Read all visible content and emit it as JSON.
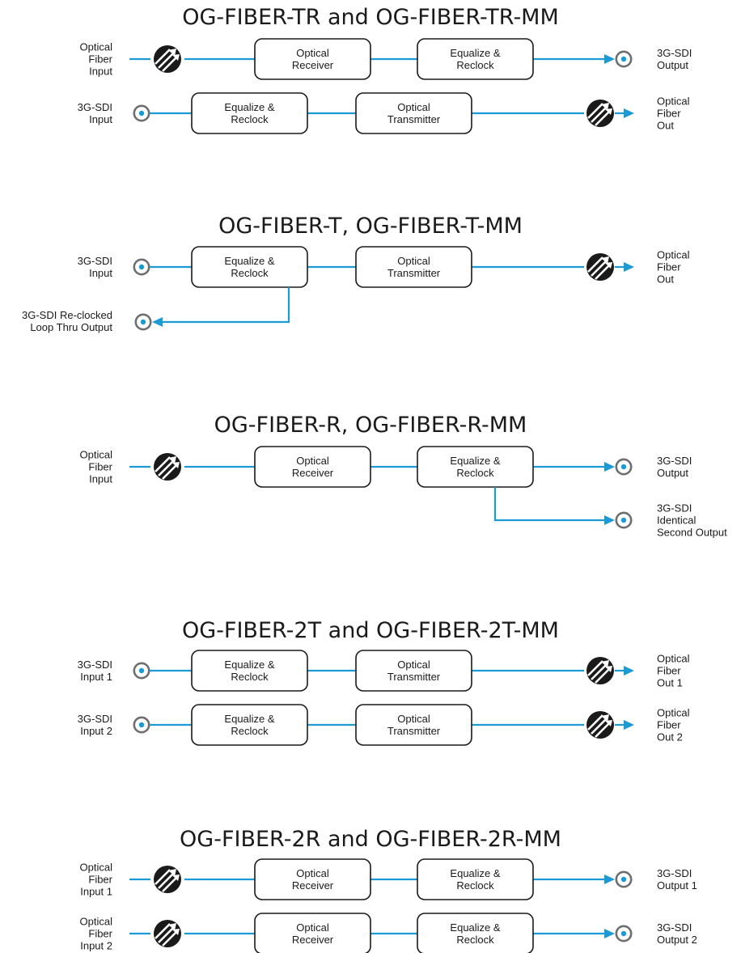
{
  "colors": {
    "signal": "#1b9ad6",
    "outline": "#1a1a1a",
    "connector_ring": "#6d6e70"
  },
  "icons": {
    "bnc": "bnc-connector-icon",
    "fiber": "optical-fiber-connector-icon"
  },
  "sections": [
    {
      "title": "OG-FIBER-TR and OG-FIBER-TR-MM",
      "rows": [
        {
          "input_label": [
            "Optical",
            "Fiber",
            "Input"
          ],
          "blocks": [
            [
              "Optical",
              "Receiver"
            ],
            [
              "Equalize &",
              "Reclock"
            ]
          ],
          "output_label": [
            "3G-SDI",
            "Output"
          ]
        },
        {
          "input_label": [
            "3G-SDI",
            "Input"
          ],
          "blocks": [
            [
              "Equalize &",
              "Reclock"
            ],
            [
              "Optical",
              "Transmitter"
            ]
          ],
          "output_label": [
            "Optical",
            "Fiber",
            "Out"
          ]
        }
      ]
    },
    {
      "title": "OG-FIBER-T, OG-FIBER-T-MM",
      "rows": [
        {
          "input_label": [
            "3G-SDI",
            "Input"
          ],
          "blocks": [
            [
              "Equalize &",
              "Reclock"
            ],
            [
              "Optical",
              "Transmitter"
            ]
          ],
          "output_label": [
            "Optical",
            "Fiber",
            "Out"
          ]
        }
      ],
      "extra_output_label": [
        "3G-SDI Re-clocked",
        "Loop Thru Output"
      ]
    },
    {
      "title": "OG-FIBER-R, OG-FIBER-R-MM",
      "rows": [
        {
          "input_label": [
            "Optical",
            "Fiber",
            "Input"
          ],
          "blocks": [
            [
              "Optical",
              "Receiver"
            ],
            [
              "Equalize &",
              "Reclock"
            ]
          ],
          "output_label": [
            "3G-SDI",
            "Output"
          ]
        }
      ],
      "extra_output_label": [
        "3G-SDI",
        "Identical",
        "Second Output"
      ]
    },
    {
      "title": "OG-FIBER-2T and OG-FIBER-2T-MM",
      "rows": [
        {
          "input_label": [
            "3G-SDI",
            "Input 1"
          ],
          "blocks": [
            [
              "Equalize &",
              "Reclock"
            ],
            [
              "Optical",
              "Transmitter"
            ]
          ],
          "output_label": [
            "Optical",
            "Fiber",
            "Out 1"
          ]
        },
        {
          "input_label": [
            "3G-SDI",
            "Input 2"
          ],
          "blocks": [
            [
              "Equalize &",
              "Reclock"
            ],
            [
              "Optical",
              "Transmitter"
            ]
          ],
          "output_label": [
            "Optical",
            "Fiber",
            "Out 2"
          ]
        }
      ]
    },
    {
      "title": "OG-FIBER-2R and OG-FIBER-2R-MM",
      "rows": [
        {
          "input_label": [
            "Optical",
            "Fiber",
            "Input 1"
          ],
          "blocks": [
            [
              "Optical",
              "Receiver"
            ],
            [
              "Equalize &",
              "Reclock"
            ]
          ],
          "output_label": [
            "3G-SDI",
            "Output 1"
          ]
        },
        {
          "input_label": [
            "Optical",
            "Fiber",
            "Input 2"
          ],
          "blocks": [
            [
              "Optical",
              "Receiver"
            ],
            [
              "Equalize &",
              "Reclock"
            ]
          ],
          "output_label": [
            "3G-SDI",
            "Output 2"
          ]
        }
      ]
    }
  ]
}
